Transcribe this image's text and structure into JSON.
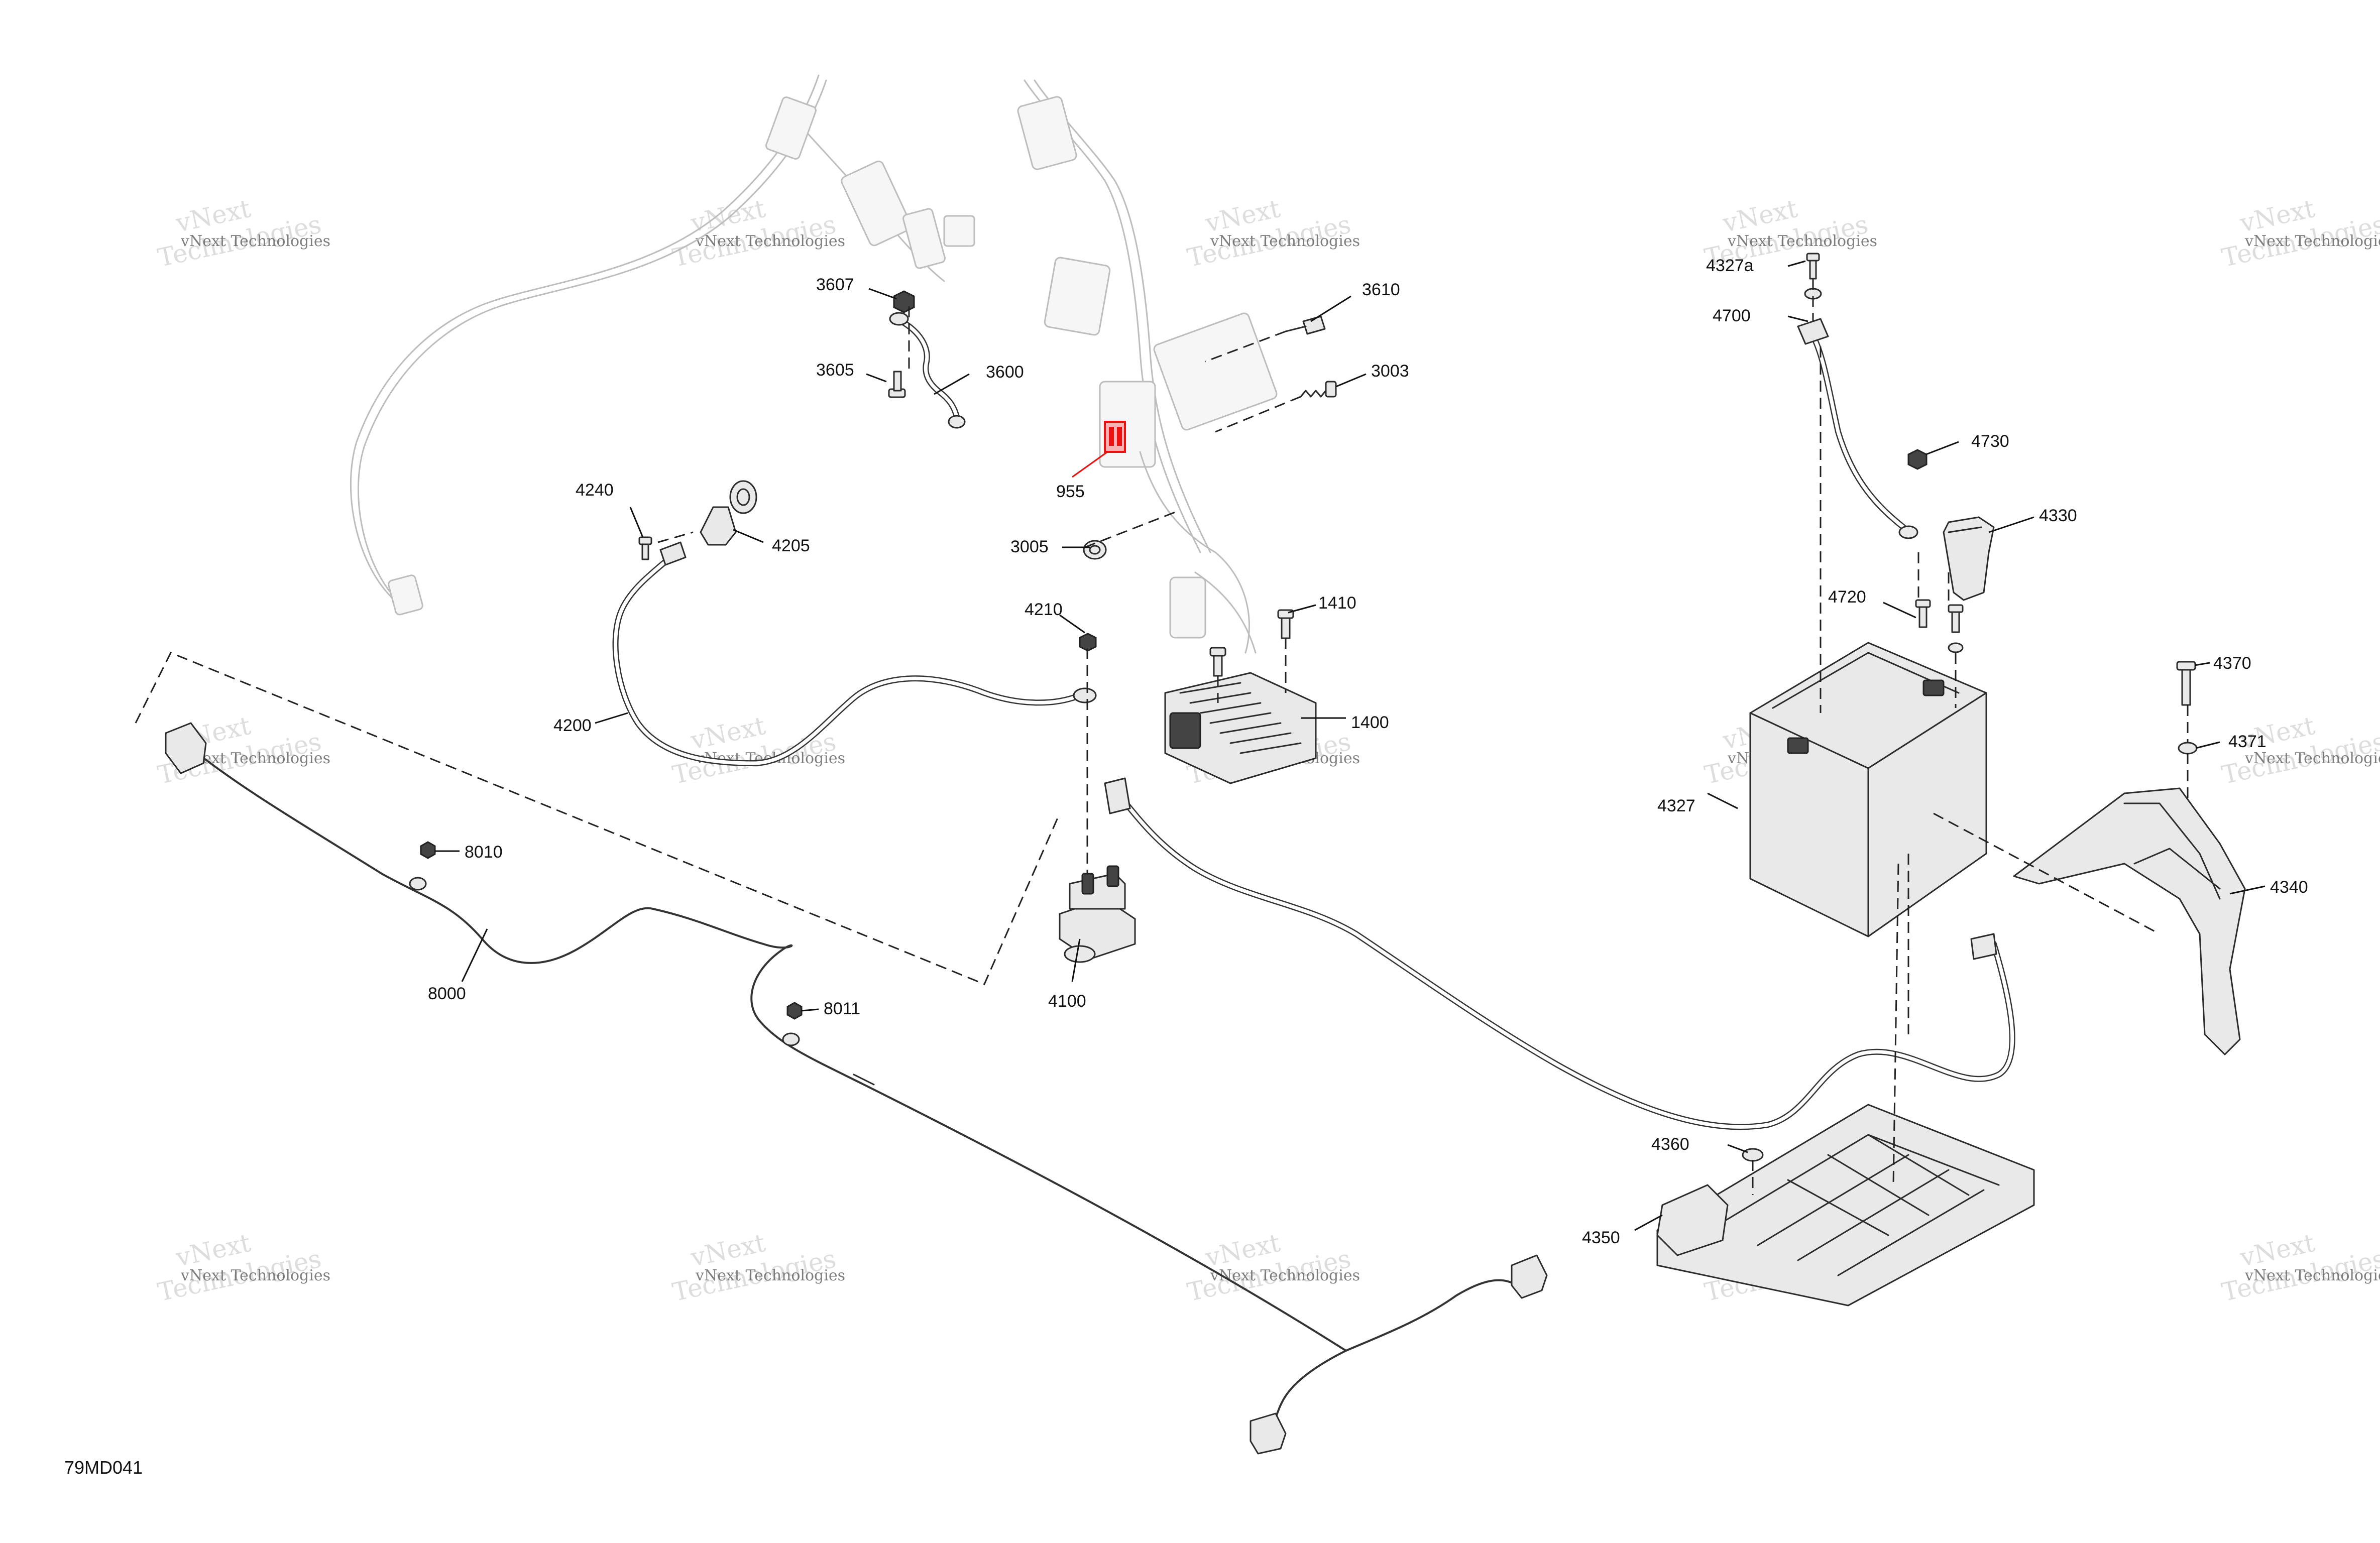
{
  "diagram_id": "79MD041",
  "watermark": {
    "line1": "vNext Technologies",
    "line2": "vNext",
    "line3": "Technologies"
  },
  "parts": {
    "p955": "955",
    "p1400": "1400",
    "p1410": "1410",
    "p3003": "3003",
    "p3005": "3005",
    "p3600": "3600",
    "p3605": "3605",
    "p3607": "3607",
    "p3610": "3610",
    "p4100": "4100",
    "p4200": "4200",
    "p4205": "4205",
    "p4210": "4210",
    "p4240": "4240",
    "p4327": "4327",
    "p4327a": "4327a",
    "p4330": "4330",
    "p4340": "4340",
    "p4350": "4350",
    "p4360": "4360",
    "p4370": "4370",
    "p4371": "4371",
    "p4700": "4700",
    "p4720": "4720",
    "p4730": "4730",
    "p8000": "8000",
    "p8010": "8010",
    "p8011": "8011"
  },
  "colors": {
    "highlight": "#e11111",
    "line": "#2b2b2b",
    "ghost": "#bdbdbd"
  }
}
